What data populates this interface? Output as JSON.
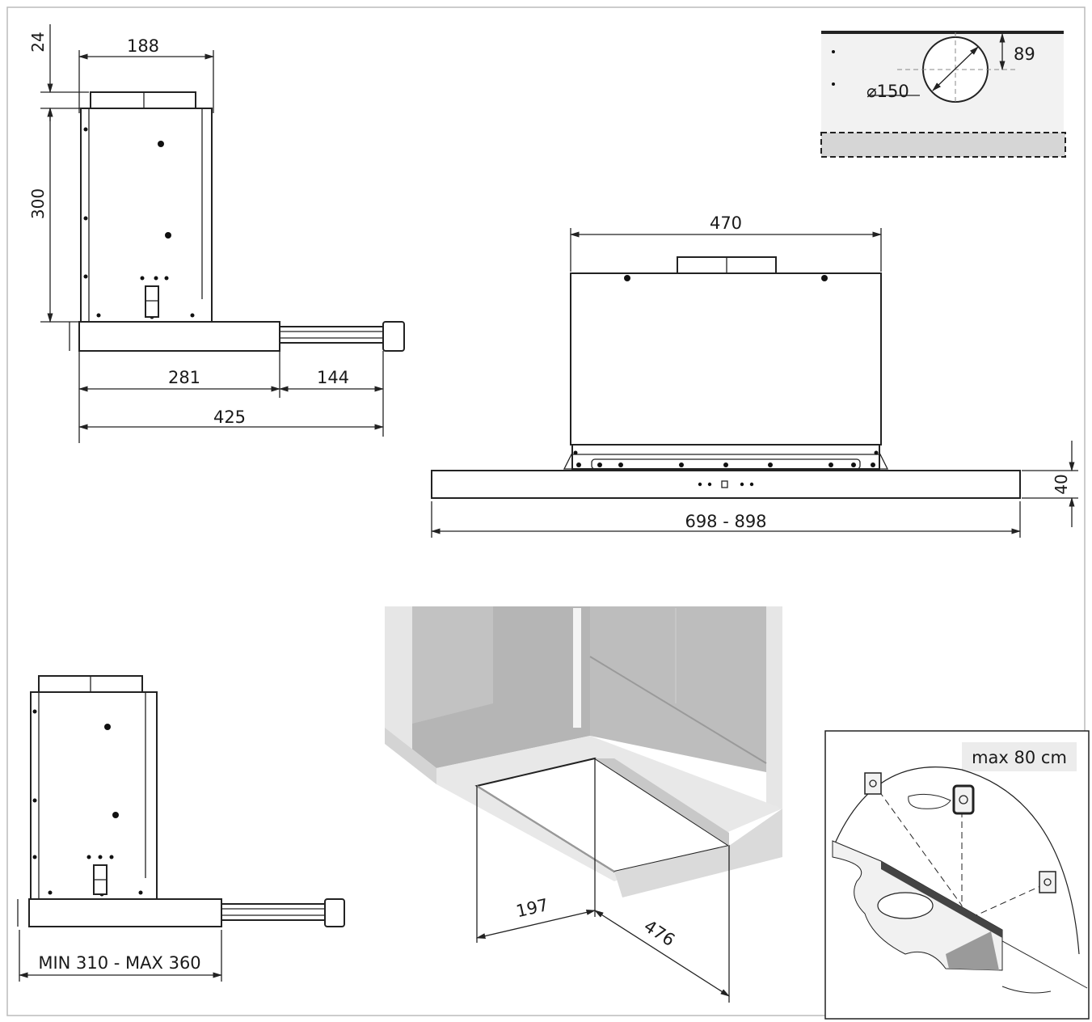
{
  "colors": {
    "line": "#222222",
    "frame": "#bbbbbb",
    "cabinet_dark": "#b5b5b5",
    "cabinet_light": "#e6e6e6",
    "duct_zone": "#d6d6d6",
    "badge_bg": "#ececec"
  },
  "side_view": {
    "dim_top_height": "24",
    "dim_body_width": "188",
    "dim_body_height": "300",
    "dim_base_depth": "281",
    "dim_extension": "144",
    "dim_total_depth": "425"
  },
  "duct_detail": {
    "dim_offset": "89",
    "dim_diameter": "⌀150"
  },
  "front_view": {
    "dim_body_width": "470",
    "dim_panel_height": "40",
    "dim_panel_width": "698 - 898"
  },
  "side_view_small": {
    "dim_depth_range": "MIN 310 - MAX 360"
  },
  "cabinet_view": {
    "dim_cutout_width": "197",
    "dim_cutout_length": "476"
  },
  "install_detail": {
    "max_height_label": "max 80 cm"
  }
}
